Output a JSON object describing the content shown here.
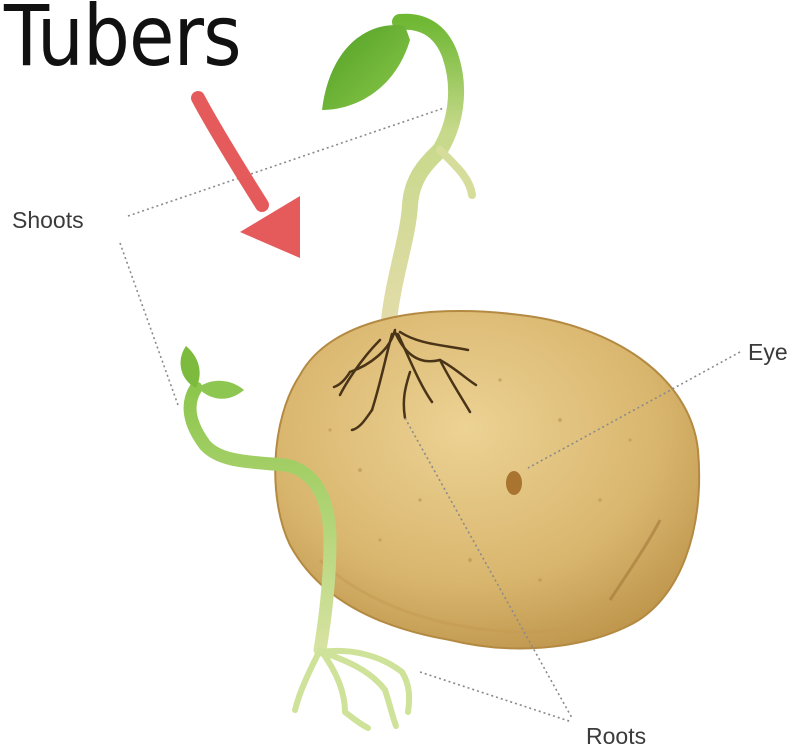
{
  "title": "Tubers",
  "labels": {
    "shoots": "Shoots",
    "eye": "Eye",
    "roots": "Roots"
  },
  "colors": {
    "background": "#ffffff",
    "potato_skin": "#d9b66e",
    "potato_shadow": "#b98f45",
    "shoot_tip": "#5fae2e",
    "shoot_stem": "#dfe3a0",
    "arrow": "#e55a5a",
    "leader_line": "#8a8a8a",
    "label_text": "#3b3b3b",
    "title_text": "#111111"
  }
}
